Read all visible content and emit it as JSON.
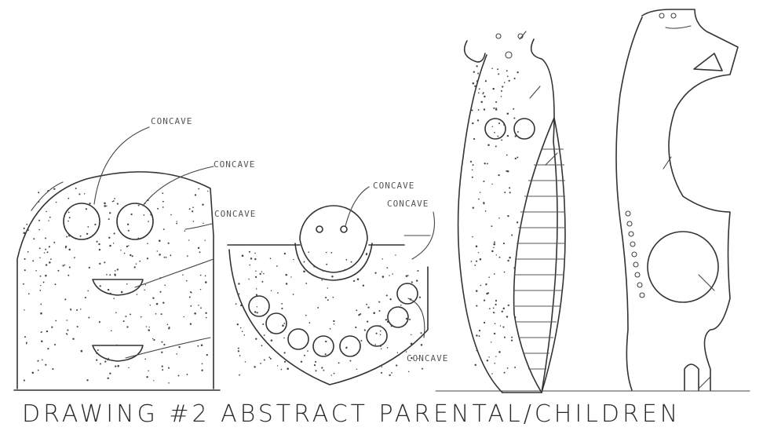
{
  "title": "DRAWING #2 ABSTRACT PARENTAL/CHILDREN",
  "labels": {
    "concave_1": "CONCAVE",
    "concave_2": "CONCAVE",
    "concave_3": "CONCAVE",
    "concave_4": "CONCAVE",
    "concave_5": "CONCAVE",
    "concave_6": "CONCAVE"
  },
  "colors": {
    "ink": "#333333",
    "paper": "#ffffff"
  }
}
